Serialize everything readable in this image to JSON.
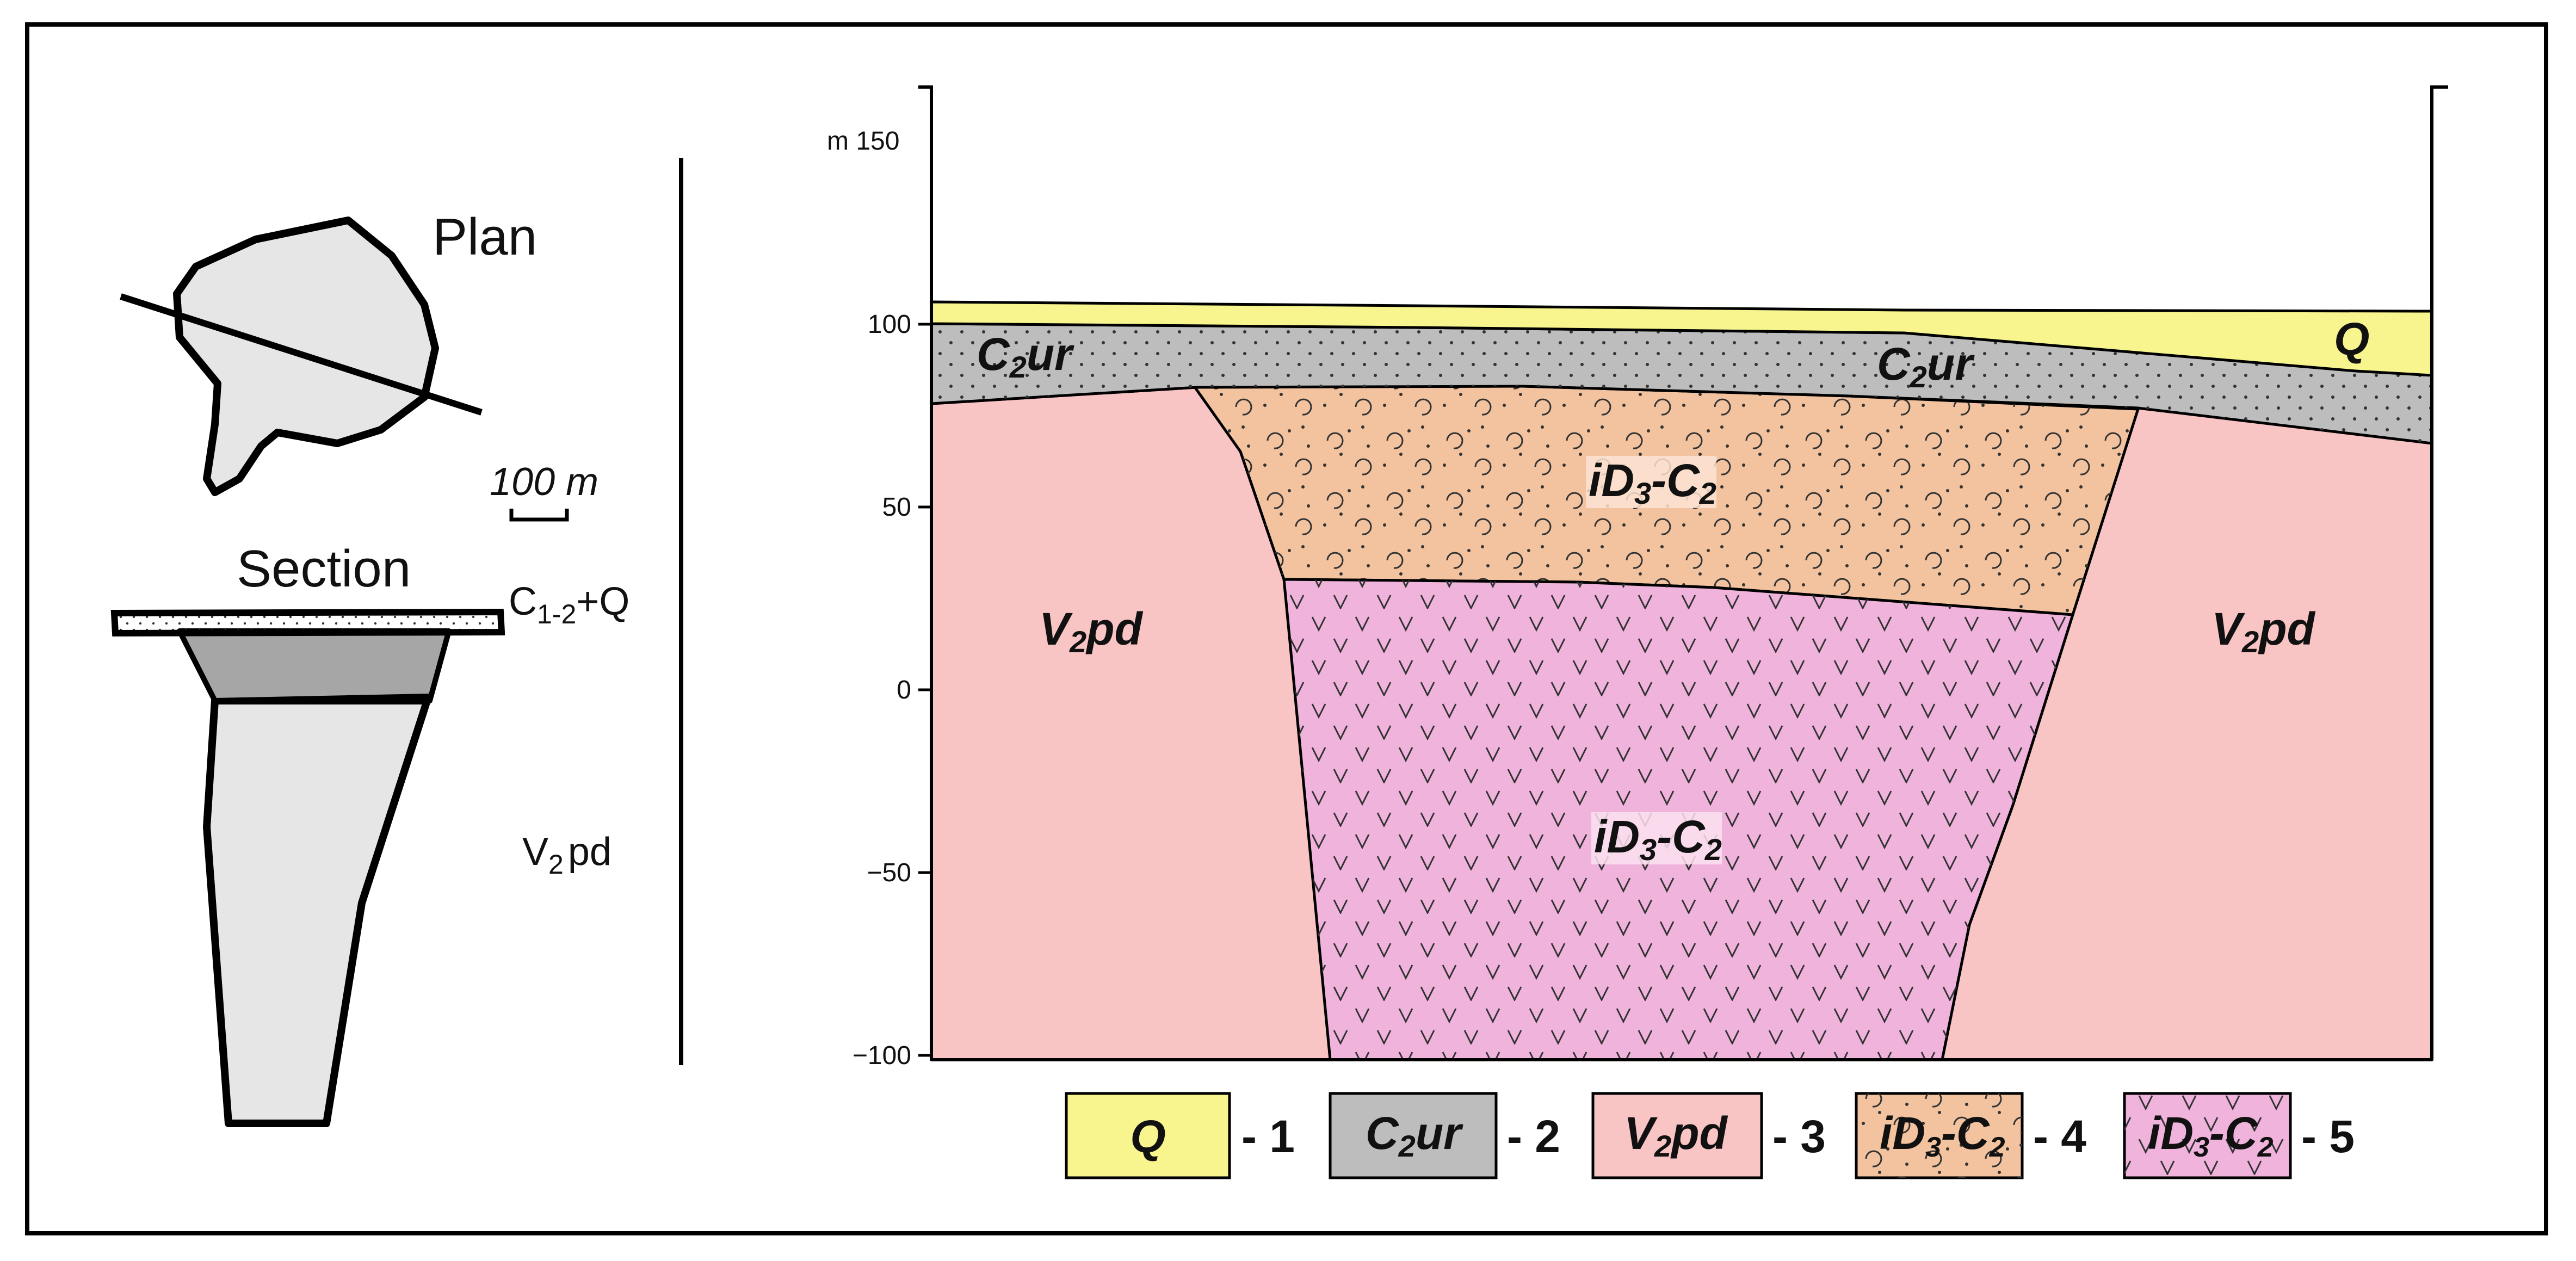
{
  "plan": {
    "title": "Plan",
    "scale_label": "100 m"
  },
  "section": {
    "title": "Section",
    "top_label_main": "C",
    "top_label_sub": "1-2",
    "top_label_tail": "+Q",
    "body_label_main": "V",
    "body_label_sub": "2",
    "body_label_tail": "pd"
  },
  "axis": {
    "unit_label": "m 150",
    "ticks": [
      "100",
      "50",
      "0",
      "−50",
      "−100"
    ]
  },
  "units": {
    "q": {
      "label": "Q"
    },
    "c2ur": {
      "main": "C",
      "sub": "2",
      "tail": "ur"
    },
    "v2pd": {
      "main": "V",
      "sub": "2",
      "tail": "pd"
    },
    "id3c2": {
      "pre": "iD",
      "sub1": "3",
      "mid": "-C",
      "sub2": "2"
    }
  },
  "legend": [
    {
      "index": "- 1",
      "color": "#f8f58f"
    },
    {
      "index": "- 2",
      "color": "#bdbdbd"
    },
    {
      "index": "- 3",
      "color": "#f9c4c4"
    },
    {
      "index": "- 4",
      "color": "#f3c3a0"
    },
    {
      "index": "- 5",
      "color": "#f0b3dc"
    }
  ]
}
